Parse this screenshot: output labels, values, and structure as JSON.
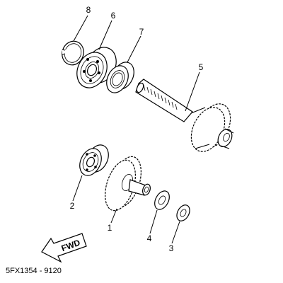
{
  "diagram": {
    "reference_code": "5FX1354 - 9120",
    "direction_label": "FWD",
    "callouts": {
      "p1": "1",
      "p2": "2",
      "p3": "3",
      "p4": "4",
      "p5": "5",
      "p6": "6",
      "p7": "7",
      "p8": "8"
    }
  }
}
